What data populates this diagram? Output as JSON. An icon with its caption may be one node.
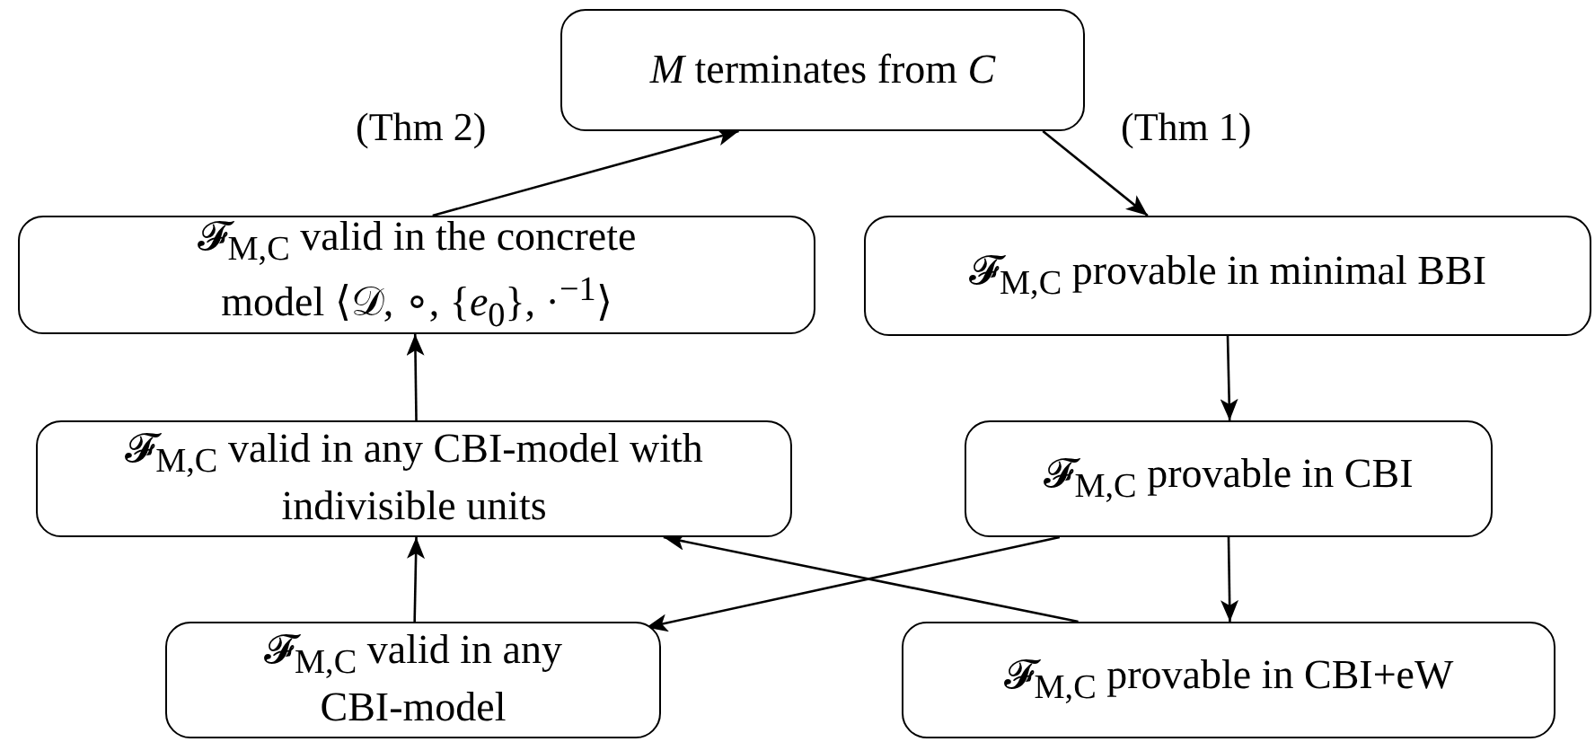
{
  "diagram": {
    "nodes": [
      {
        "text": [
          "*M* terminates from *C*"
        ]
      },
      {
        "text": [
          "𝓕$_{M,C}$ valid in the concrete model ⟨𝒟, ∘, {*e*$_{0}$}, ·$^{−1}$⟩"
        ]
      },
      {
        "text": [
          "𝓕$_{M,C}$ provable in minimal BBI"
        ]
      },
      {
        "text": [
          "𝓕$_{M,C}$ valid in any CBI-model with indivisible units"
        ]
      },
      {
        "text": [
          "𝓕$_{M,C}$ provable in CBI"
        ]
      },
      {
        "text": [
          "𝓕$_{M,C}$ valid in any CBI-model"
        ]
      },
      {
        "text": [
          "𝓕$_{M,C}$ provable in CBI+eW"
        ]
      }
    ],
    "edges": [
      {
        "from": 1,
        "to": 0,
        "arrow": "to",
        "label": "(Thm 2)"
      },
      {
        "from": 0,
        "to": 2,
        "arrow": "to",
        "label": "(Thm 1)"
      },
      {
        "from": 2,
        "to": 4,
        "arrow": "to"
      },
      {
        "from": 4,
        "to": 6,
        "arrow": "to"
      },
      {
        "from": 4,
        "to": 5,
        "arrow": "to"
      },
      {
        "from": 6,
        "to": 3,
        "arrow": "to"
      },
      {
        "from": 3,
        "to": 1,
        "arrow": "to"
      },
      {
        "from": 5,
        "to": 3,
        "arrow": "to"
      }
    ]
  }
}
